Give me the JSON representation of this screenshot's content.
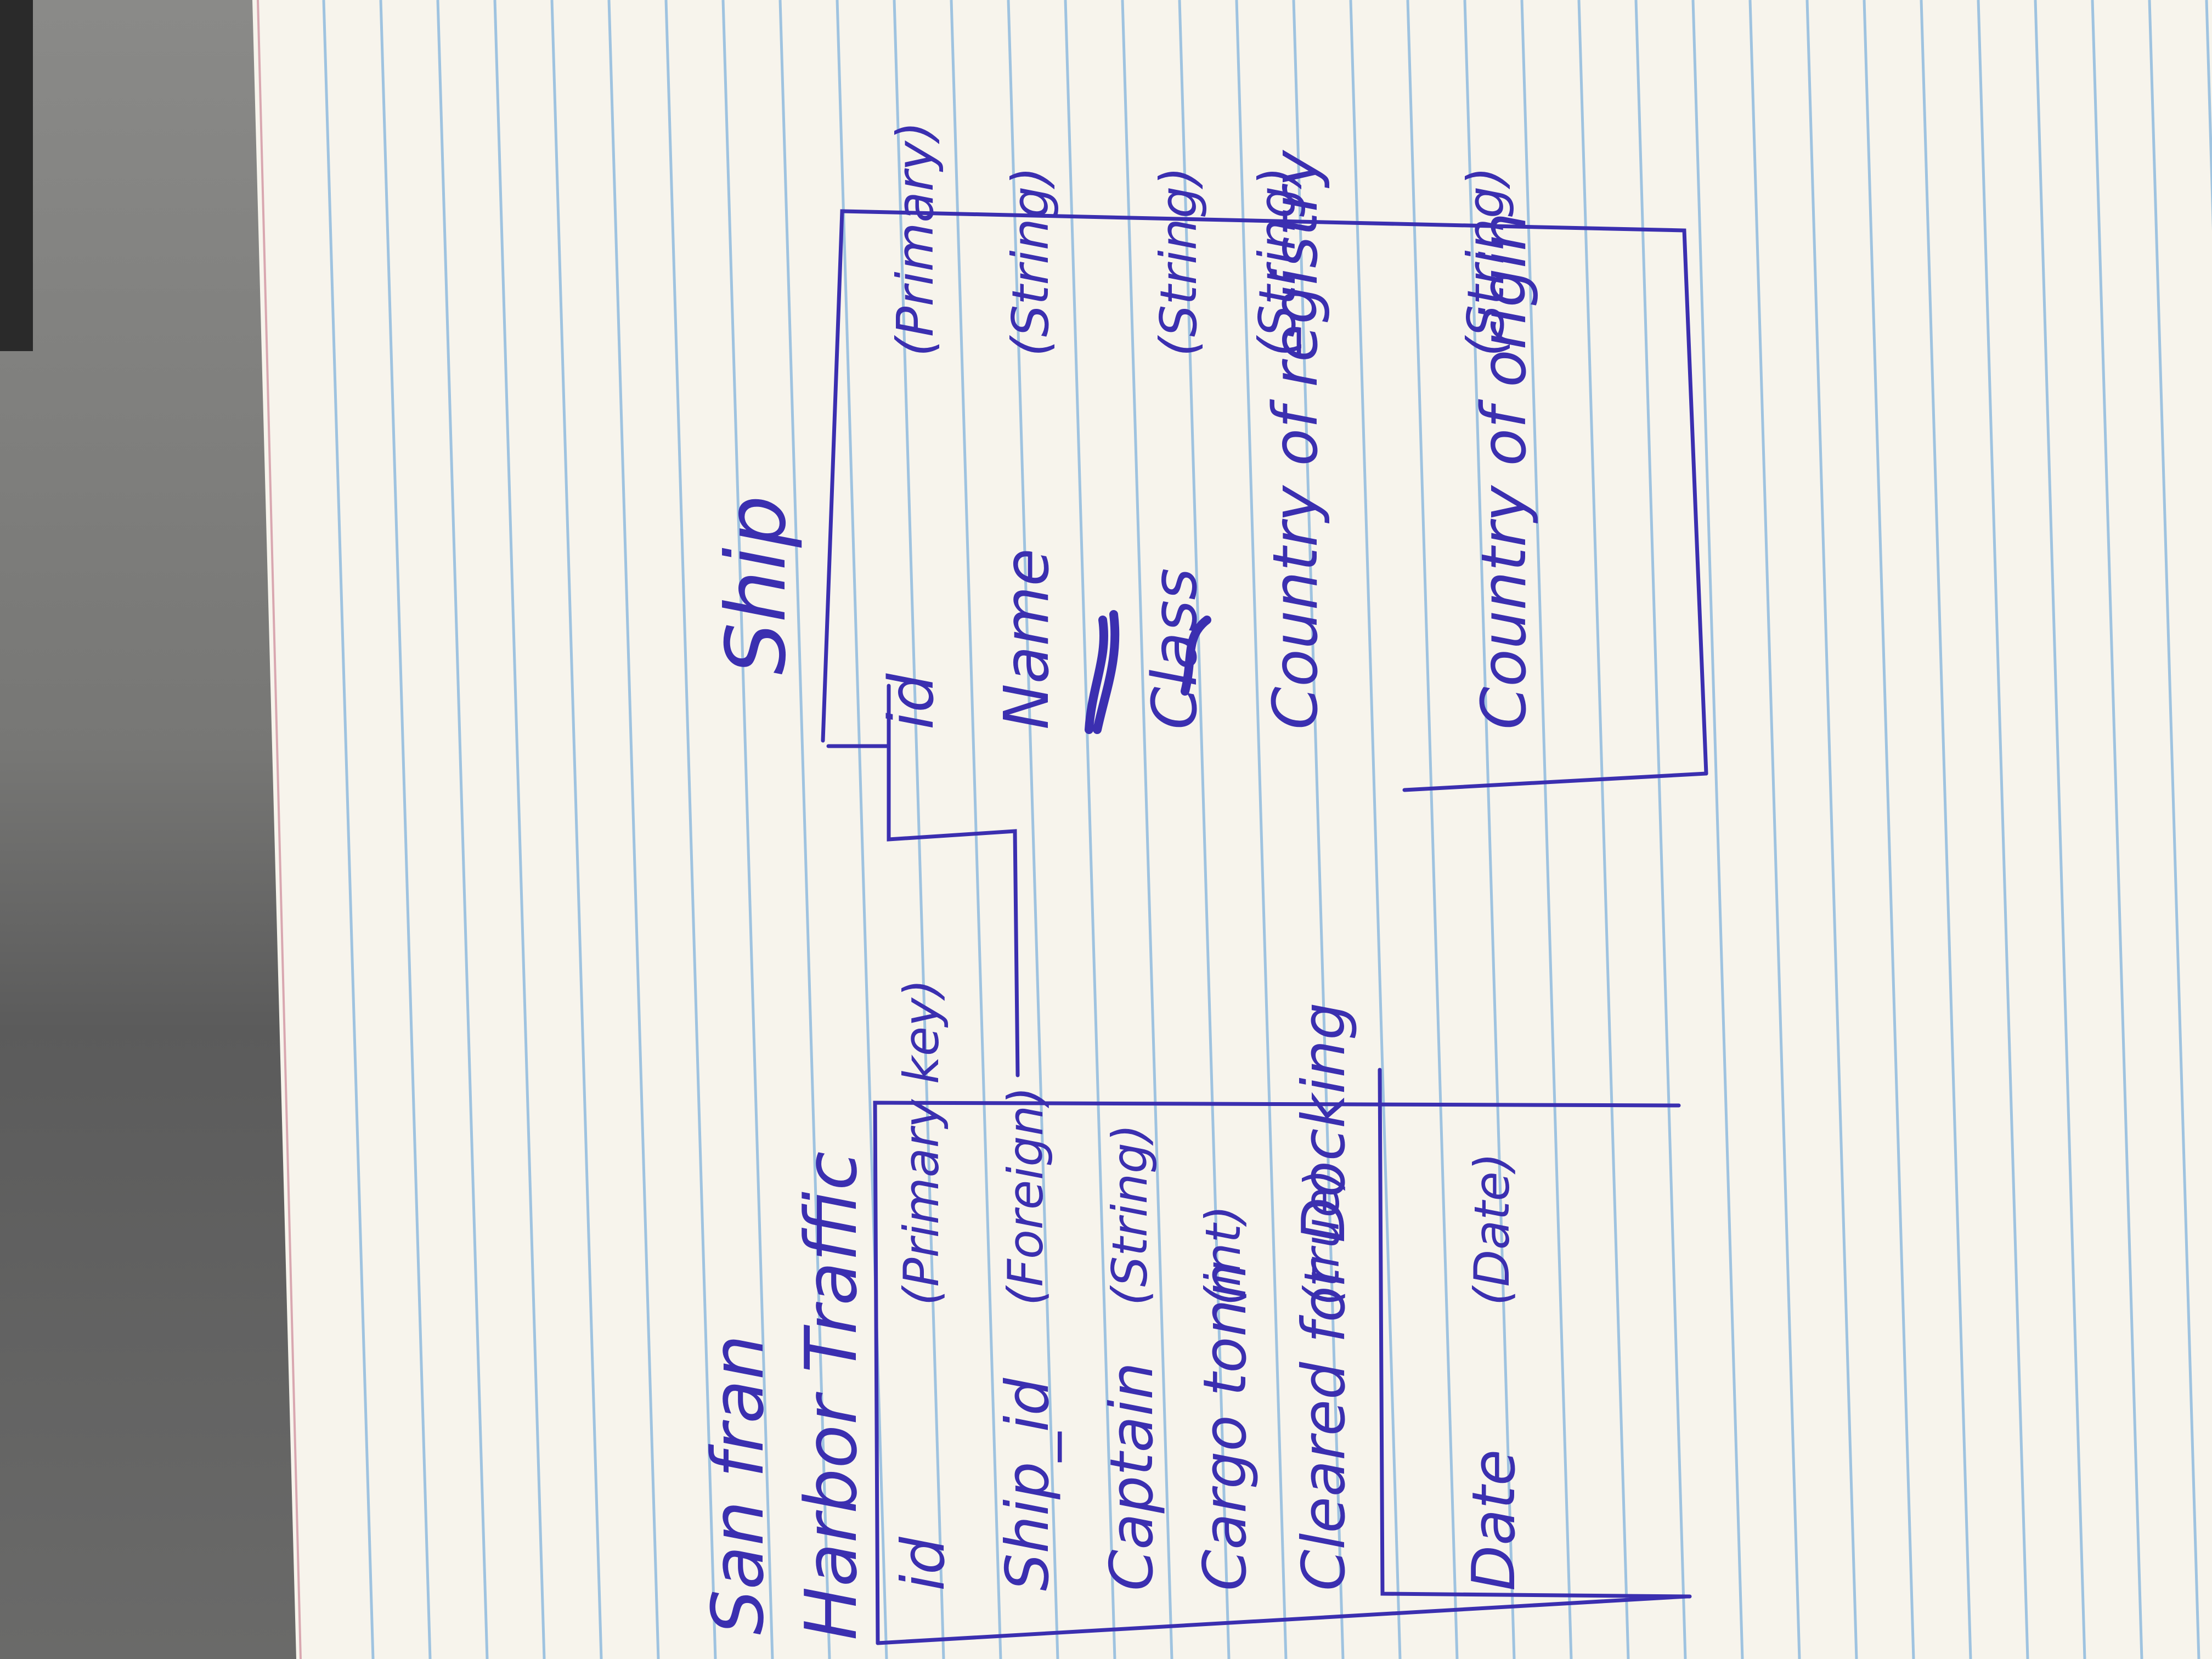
{
  "harbor_table": {
    "title_line1": "San fran",
    "title_line2": "Harbor Traffic",
    "fields": [
      {
        "name": "id",
        "type": "(Primary key)"
      },
      {
        "name": "Ship_id",
        "type": "(Foreign)"
      },
      {
        "name": "Captain",
        "type": "(String)"
      },
      {
        "name": "Cargo tonn",
        "type": "(int)"
      },
      {
        "name": "Cleared for Docking",
        "type": "(true)"
      },
      {
        "name": "Date",
        "type": "(Date)"
      }
    ]
  },
  "ship_table": {
    "title": "Ship",
    "fields": [
      {
        "name": "id",
        "type": "(Primary)"
      },
      {
        "name": "Name",
        "type": "(String)"
      },
      {
        "name": "Class",
        "type": "(String)"
      },
      {
        "name": "Country of registry",
        "type": "(String)"
      },
      {
        "name": "Country of origin",
        "type": "(String)"
      }
    ]
  },
  "colors": {
    "ink": "#3b2fb0",
    "paper": "#f7f4ec",
    "rule_line": "#9fc3e0",
    "margin_line": "#d9a7b0"
  }
}
